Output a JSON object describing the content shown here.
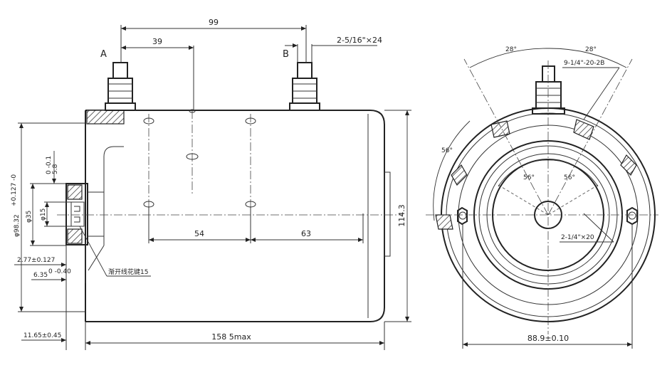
{
  "side_view": {
    "label_a": "A",
    "label_b": "B",
    "dim_top_overall": "99",
    "dim_top_a": "39",
    "dim_stud_thread": "2-5/16\"×24",
    "dim_height": "114.3",
    "dim_bottom_overall": "158 5max",
    "dim_left_offset": "11.65±0.45",
    "dim_hole_54": "54",
    "dim_hole_63": "63",
    "dim_pilot_dia": "φ98.32",
    "dim_pilot_tol": "+0.127 -0",
    "dim_bore_35": "φ35",
    "dim_bore_15": "φ15",
    "dim_step": "5.8",
    "dim_step_tol": "0 -0.1",
    "dim_277": "2.77±0.127",
    "dim_635": "6.35",
    "dim_635_tol": "0 -0.40",
    "dim_spline": "渐开线花键15"
  },
  "end_view": {
    "dim_angle_left": "28°",
    "dim_angle_right": "28°",
    "dim_thread_top": "9-1/4\"-20-2B",
    "dim_angle_56_outer": "56°",
    "dim_angle_56_in_left": "56°",
    "dim_angle_56_in_right": "56°",
    "dim_thread_bottom": "2-1/4\"×20",
    "dim_bolt_circle": "88.9±0.10"
  }
}
